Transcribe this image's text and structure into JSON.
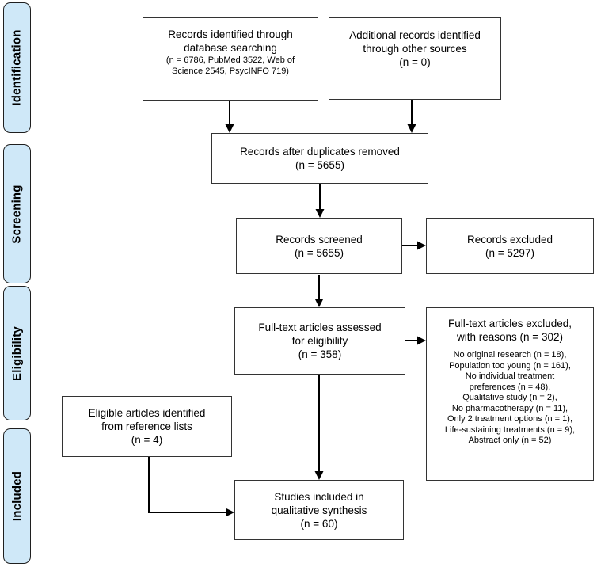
{
  "stages": [
    {
      "label": "Identification"
    },
    {
      "label": "Screening"
    },
    {
      "label": "Eligibility"
    },
    {
      "label": "Included"
    }
  ],
  "boxes": {
    "records_db": {
      "lines": [
        "Records identified through",
        "database searching"
      ],
      "detail_lines": [
        "(n = 6786, PubMed 3522, Web of",
        "Science 2545, PsycINFO 719)"
      ]
    },
    "records_other": {
      "lines": [
        "Additional records identified",
        "through other sources"
      ],
      "count": "(n = 0)"
    },
    "duplicates_removed": {
      "lines": [
        "Records after duplicates removed"
      ],
      "count": "(n = 5655)"
    },
    "records_screened": {
      "lines": [
        "Records screened"
      ],
      "count": "(n = 5655)"
    },
    "records_excluded": {
      "lines": [
        "Records excluded"
      ],
      "count": "(n = 5297)"
    },
    "fulltext_assessed": {
      "lines": [
        "Full-text articles assessed",
        "for eligibility"
      ],
      "count": "(n = 358)"
    },
    "fulltext_excluded": {
      "lines": [
        "Full-text articles excluded,",
        "with reasons (n = 302)"
      ],
      "reasons": [
        "No original research (n = 18),",
        "Population too young (n = 161),",
        "No individual treatment",
        "preferences (n = 48),",
        "Qualitative study (n = 2),",
        "No pharmacotherapy (n = 11),",
        "Only 2 treatment options (n = 1),",
        "Life-sustaining treatments (n = 9),",
        "Abstract only (n = 52)"
      ]
    },
    "eligible_reference": {
      "lines": [
        "Eligible articles identified",
        "from reference lists"
      ],
      "count": "(n = 4)"
    },
    "studies_included": {
      "lines": [
        "Studies included in",
        "qualitative synthesis"
      ],
      "count": "(n = 60)"
    }
  },
  "colors": {
    "stage_fill": "#cfe8f8",
    "box_border": "#333333",
    "arrow": "#000000",
    "background": "#ffffff",
    "text": "#000000"
  }
}
